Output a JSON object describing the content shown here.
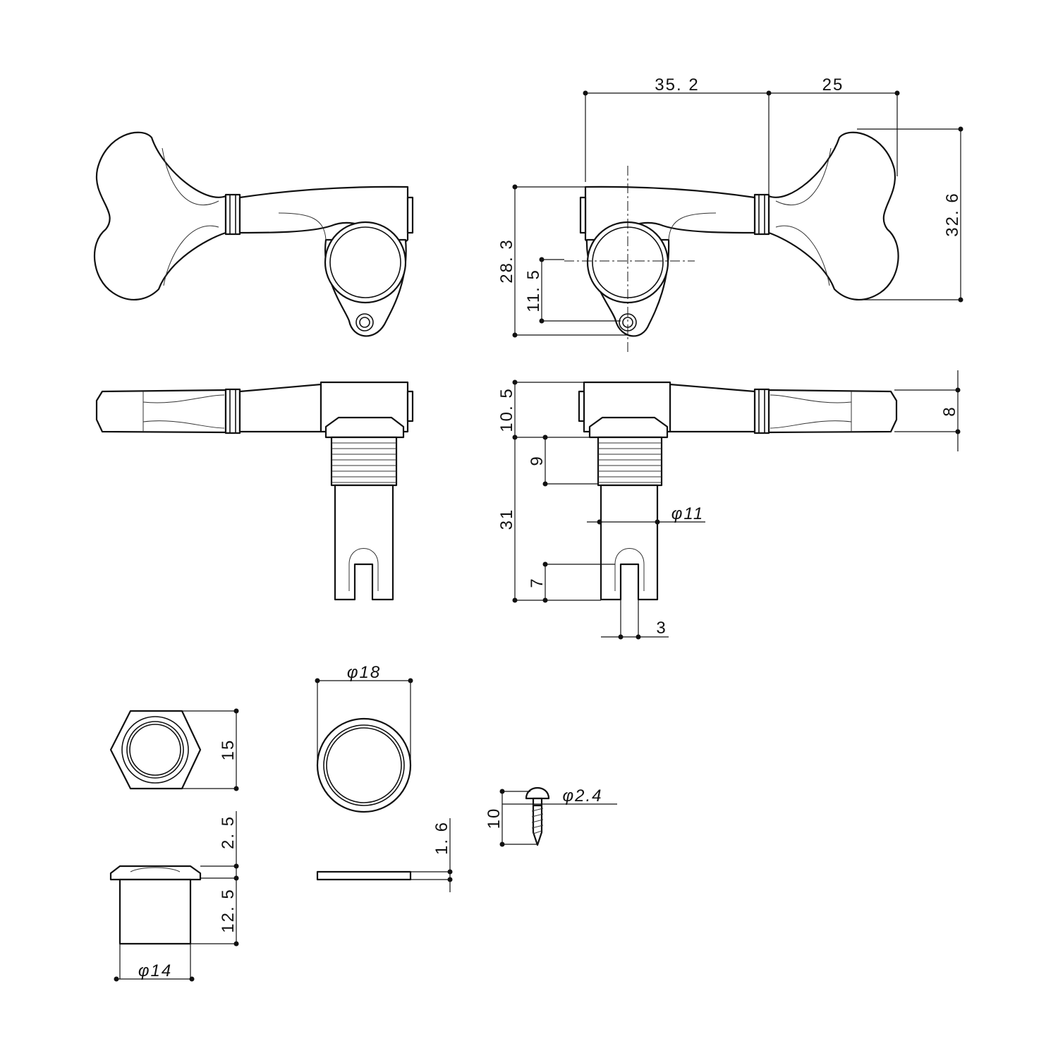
{
  "dimensions": {
    "top_length_body": "35. 2",
    "top_length_knob": "25",
    "knob_height": "32. 6",
    "housing_height": "28. 3",
    "post_to_screw_hole": "11. 5",
    "housing_thickness": "10. 5",
    "knob_thickness": "8",
    "thread_length": "9",
    "post_length": "31",
    "post_diameter": "φ11",
    "slot_depth": "7",
    "slot_width": "3",
    "washer_diameter": "φ18",
    "nut_height": "15",
    "nut_cap_thickness": "2. 5",
    "bushing_length": "12. 5",
    "bushing_diameter": "φ14",
    "washer_thickness": "1. 6",
    "screw_length": "10",
    "screw_diameter": "φ2.4"
  }
}
